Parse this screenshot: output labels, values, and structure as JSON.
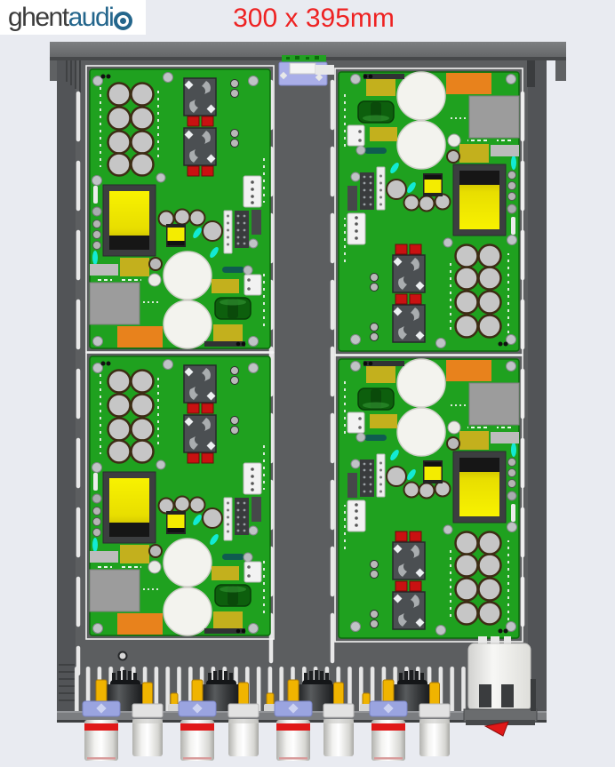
{
  "header": {
    "logo": {
      "text": "ghentaudio",
      "black_part": "ghent",
      "blue_part": "audi",
      "ring_o_glyph": "o",
      "black_color": "#3b3b3b",
      "blue_color": "#24668c",
      "background": "#ffffff"
    },
    "dimension_label": "300 x 395mm",
    "dimension_color": "#ee2222"
  },
  "palette": {
    "page_background": "#e9ebf1",
    "chassis_floor": "#5c5e60",
    "chassis_wall": "#525457",
    "chassis_top_bar": "#717375",
    "vent_slot_white": "#e8e8e8",
    "pcb_green": "#1fa11f",
    "transformer_yellow": "#f4ec00",
    "capacitor_white": "#f3f3ee",
    "capacitor_gray": "#c6c6c6",
    "heatsink_gray": "#9c9c9c",
    "orange_connector": "#e8821c",
    "film_cap_olive": "#c3b01d",
    "red_component": "#c91111",
    "toroid_green": "#0d5f0d",
    "led_cyan": "#12ead4",
    "rca_ring_red": "#e01818",
    "rca_collar_blue": "#9aa4e0",
    "pin_yellow": "#f0b400",
    "speaker_connector_black": "#2c2e30",
    "iec_white": "#f4f4f4",
    "switch_red": "#e01818",
    "display_board_lavender": "#a9aee8"
  },
  "layout_counts": {
    "amp_psu_boards": 4,
    "rca_jacks_red_ring": 4,
    "rca_jacks_white": 4,
    "speaker_connectors": 4,
    "iec_power_inlet": 1
  }
}
